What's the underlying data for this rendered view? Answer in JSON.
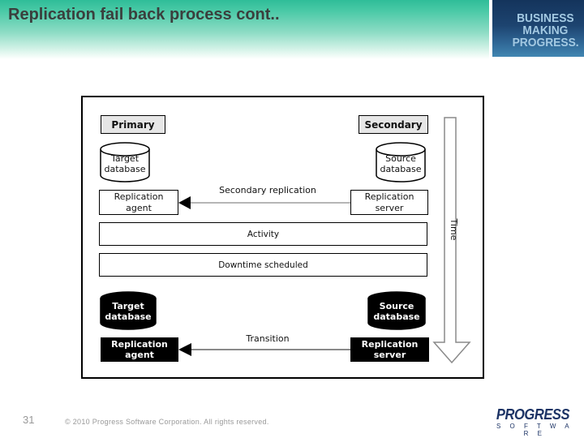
{
  "slide": {
    "title": "Replication fail back process cont..",
    "page_number": "31",
    "copyright": "© 2010 Progress Software Corporation. All rights reserved."
  },
  "brand": {
    "tagline_lines": [
      "BUSINESS",
      "MAKING",
      "PROGRESS."
    ],
    "footer_logo_name": "PROGRESS",
    "footer_logo_sub": "S O F T W A R E",
    "colors": {
      "header_teal": "#2fbd98",
      "logo_navy_top": "#14345c",
      "logo_blue_bottom": "#4186b2",
      "logo_text": "#a3c9e2",
      "footer_navy": "#1c3365"
    }
  },
  "diagram": {
    "primary_label": "Primary",
    "secondary_label": "Secondary",
    "time_label": "Time",
    "activity_label": "Activity",
    "downtime_label": "Downtime scheduled",
    "top": {
      "target_db": "Target database",
      "source_db": "Source database",
      "replication_agent": "Replication agent",
      "replication_server": "Replication server",
      "arrow_label": "Secondary replication"
    },
    "bottom": {
      "target_db": "Target database",
      "source_db": "Source database",
      "replication_agent": "Replication agent",
      "replication_server": "Replication server",
      "arrow_label": "Transition"
    }
  }
}
